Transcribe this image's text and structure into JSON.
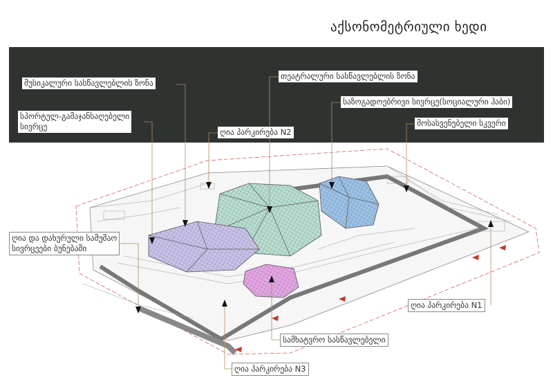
{
  "title": "აქსონომეტრიული ხედი",
  "labels": {
    "music_school": "მუსიკალური სასწავლებლის ზონა",
    "sport_line1": "სპორტულ-გამაჯანსაღებელი",
    "sport_line2": "სივრცე",
    "parking_n2": "ღია პარკირება N2",
    "theatre_school": "თეატრალური სასწავლებლის ზონა",
    "public_space": "საზოგადოებრივი სივრცე(სოციალური ჰაბი)",
    "rest_square": "მოსასვენებელი სკვერი",
    "work_line1": "ღია და დახურული სამუშაო",
    "work_line2": "სივრცეები ბუნებაში",
    "art_school": "სამხატვრო სასწავლებელი",
    "parking_n1": "ღია პარკირება N1",
    "parking_n3": "ღია პარკირება N3"
  },
  "colors": {
    "band": "#2f3330",
    "leader": "#b08a60",
    "music": "#c9c3ec",
    "theatre": "#b9e0d3",
    "public": "#9cc3ea",
    "art": "#e6a6e6",
    "boundary": "#c0504d"
  }
}
